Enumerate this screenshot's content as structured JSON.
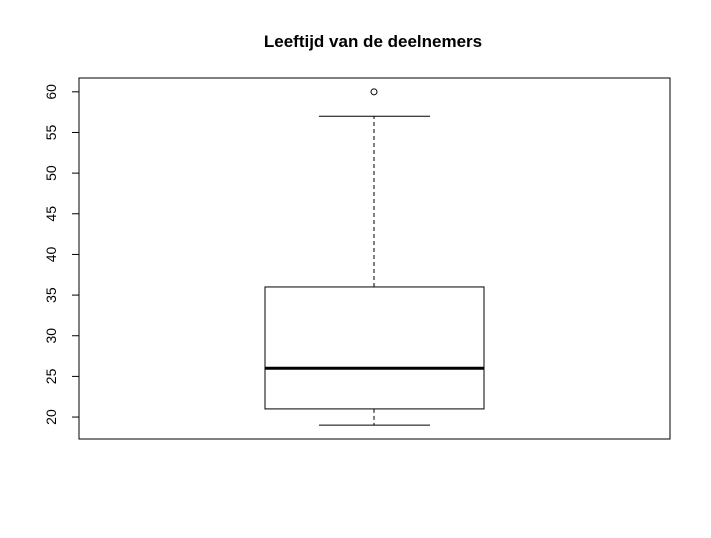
{
  "chart_data": {
    "type": "box",
    "title": "Leeftijd van de deelnemers",
    "xlabel": "",
    "ylabel": "",
    "ylim": [
      17.3,
      61.7
    ],
    "yticks": [
      20,
      25,
      30,
      35,
      40,
      45,
      50,
      55,
      60
    ],
    "box": {
      "whisker_low": 19,
      "q1": 21,
      "median": 26,
      "q3": 36,
      "whisker_high": 57,
      "outliers": [
        60
      ]
    },
    "grid": false,
    "orientation": "vertical"
  }
}
